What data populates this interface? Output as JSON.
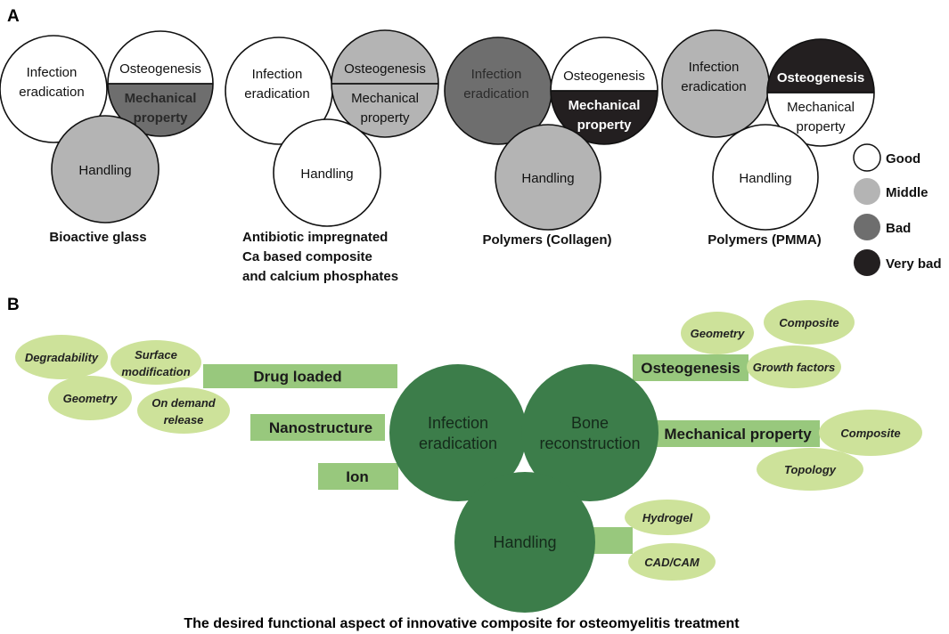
{
  "panel_a": {
    "label": "A",
    "labels": {
      "infection_1": "Infection",
      "infection_2": "eradication",
      "osteogenesis": "Osteogenesis",
      "mech_1": "Mechanical",
      "mech_2": "property",
      "handling": "Handling"
    },
    "materials": [
      {
        "caption": [
          "Bioactive glass"
        ],
        "infection": "good",
        "osteogenesis": "good",
        "mechanical": "bad",
        "handling": "middle"
      },
      {
        "caption": [
          "Antibiotic impregnated",
          "Ca based composite",
          "and calcium phosphates"
        ],
        "infection": "good",
        "osteogenesis": "middle",
        "mechanical": "middle",
        "handling": "good"
      },
      {
        "caption": [
          "Polymers (Collagen)"
        ],
        "infection": "bad",
        "osteogenesis": "good",
        "mechanical": "very_bad",
        "handling": "middle"
      },
      {
        "caption": [
          "Polymers (PMMA)"
        ],
        "infection": "middle",
        "osteogenesis": "very_bad",
        "mechanical": "good",
        "handling": "good"
      }
    ],
    "legend": [
      {
        "key": "good",
        "label": "Good",
        "color": "#ffffff"
      },
      {
        "key": "middle",
        "label": "Middle",
        "color": "#b4b4b4"
      },
      {
        "key": "bad",
        "label": "Bad",
        "color": "#6e6e6e"
      },
      {
        "key": "very_bad",
        "label": "Very bad",
        "color": "#231f20"
      }
    ]
  },
  "panel_b": {
    "label": "B",
    "circles": {
      "infection": [
        "Infection",
        "eradication"
      ],
      "bone": [
        "Bone",
        "reconstruction"
      ],
      "handling": [
        "Handling"
      ]
    },
    "bars": {
      "drug_loaded": "Drug loaded",
      "nanostructure": "Nanostructure",
      "ion": "Ion",
      "osteogenesis": "Osteogenesis",
      "mechanical": "Mechanical property"
    },
    "ellipses": {
      "degradability": [
        "Degradability"
      ],
      "surface_mod": [
        "Surface",
        "modification"
      ],
      "geometry_left": [
        "Geometry"
      ],
      "on_demand": [
        "On demand",
        "release"
      ],
      "geometry_right": [
        "Geometry"
      ],
      "composite_top": [
        "Composite"
      ],
      "growth_factors": [
        "Growth factors"
      ],
      "composite_mid": [
        "Composite"
      ],
      "topology": [
        "Topology"
      ],
      "hydrogel": [
        "Hydrogel"
      ],
      "cadcam": [
        "CAD/CAM"
      ]
    },
    "caption": "The desired functional aspect of innovative composite for osteomyelitis treatment",
    "colors": {
      "circle": "#3c7d4a",
      "bar": "#98c87d",
      "ellipse": "#cde29a"
    }
  }
}
